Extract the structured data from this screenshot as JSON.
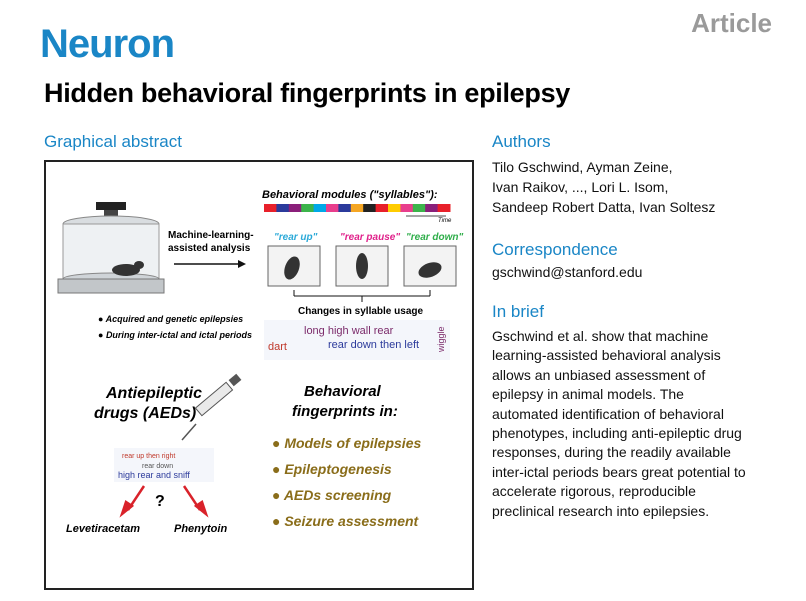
{
  "journal": "Neuron",
  "article_type": "Article",
  "title": "Hidden behavioral fingerprints in epilepsy",
  "graphical_abstract": {
    "heading": "Graphical abstract",
    "modules_title": "Behavioral modules (\"syllables\"):",
    "time_label": "Time",
    "ml_label_1": "Machine-learning-",
    "ml_label_2": "assisted analysis",
    "syllable_1": "\"rear up\"",
    "syllable_2": "\"rear pause\"",
    "syllable_3": "\"rear down\"",
    "changes_label": "Changes in syllable usage",
    "bullet_1": "Acquired and genetic epilepsies",
    "bullet_2": "During inter-ictal and ictal periods",
    "aed_1": "Antiepileptic",
    "aed_2": "drugs (AEDs)",
    "question_mark": "?",
    "drug_1": "Levetiracetam",
    "drug_2": "Phenytoin",
    "fp_title_1": "Behavioral",
    "fp_title_2": "fingerprints in:",
    "fp_items": [
      "Models of epilepsies",
      "Epileptogenesis",
      "AEDs screening",
      "Seizure assessment"
    ],
    "wordcloud_1": "long high wall rear",
    "wordcloud_2": "dart",
    "wordcloud_3": "rear down then left",
    "wordcloud_4": "wiggle",
    "wordcloud_5": "rear up then right",
    "wordcloud_6": "rear down",
    "wordcloud_7": "high rear and sniff",
    "module_colors": [
      "#e8202a",
      "#2b3a9b",
      "#8a1f7a",
      "#3cb44b",
      "#00a8e8",
      "#e83e8c",
      "#2b3a9b",
      "#f5a623",
      "#222222",
      "#e8202a",
      "#ffcc00",
      "#e83e8c",
      "#3cb44b",
      "#8a1f7a",
      "#e8202a"
    ],
    "syllable_colors": [
      "#2aa9d8",
      "#e0208a",
      "#2fae4a"
    ],
    "fp_color": "#8a6d1a"
  },
  "authors": {
    "heading": "Authors",
    "line_1": "Tilo Gschwind, Ayman Zeine,",
    "line_2": "Ivan Raikov, ..., Lori L. Isom,",
    "line_3": "Sandeep Robert Datta, Ivan Soltesz"
  },
  "correspondence": {
    "heading": "Correspondence",
    "email": "gschwind@stanford.edu"
  },
  "in_brief": {
    "heading": "In brief",
    "lines": [
      "Gschwind et al. show that machine",
      "learning-assisted behavioral analysis",
      "allows an unbiased assessment of",
      "epilepsy in animal models. The",
      "automated identification of behavioral",
      "phenotypes, including anti-epileptic drug",
      "responses, during the readily available",
      "inter-ictal periods bears great potential to",
      "accelerate rigorous, reproducible",
      "preclinical research into epilepsies."
    ]
  }
}
